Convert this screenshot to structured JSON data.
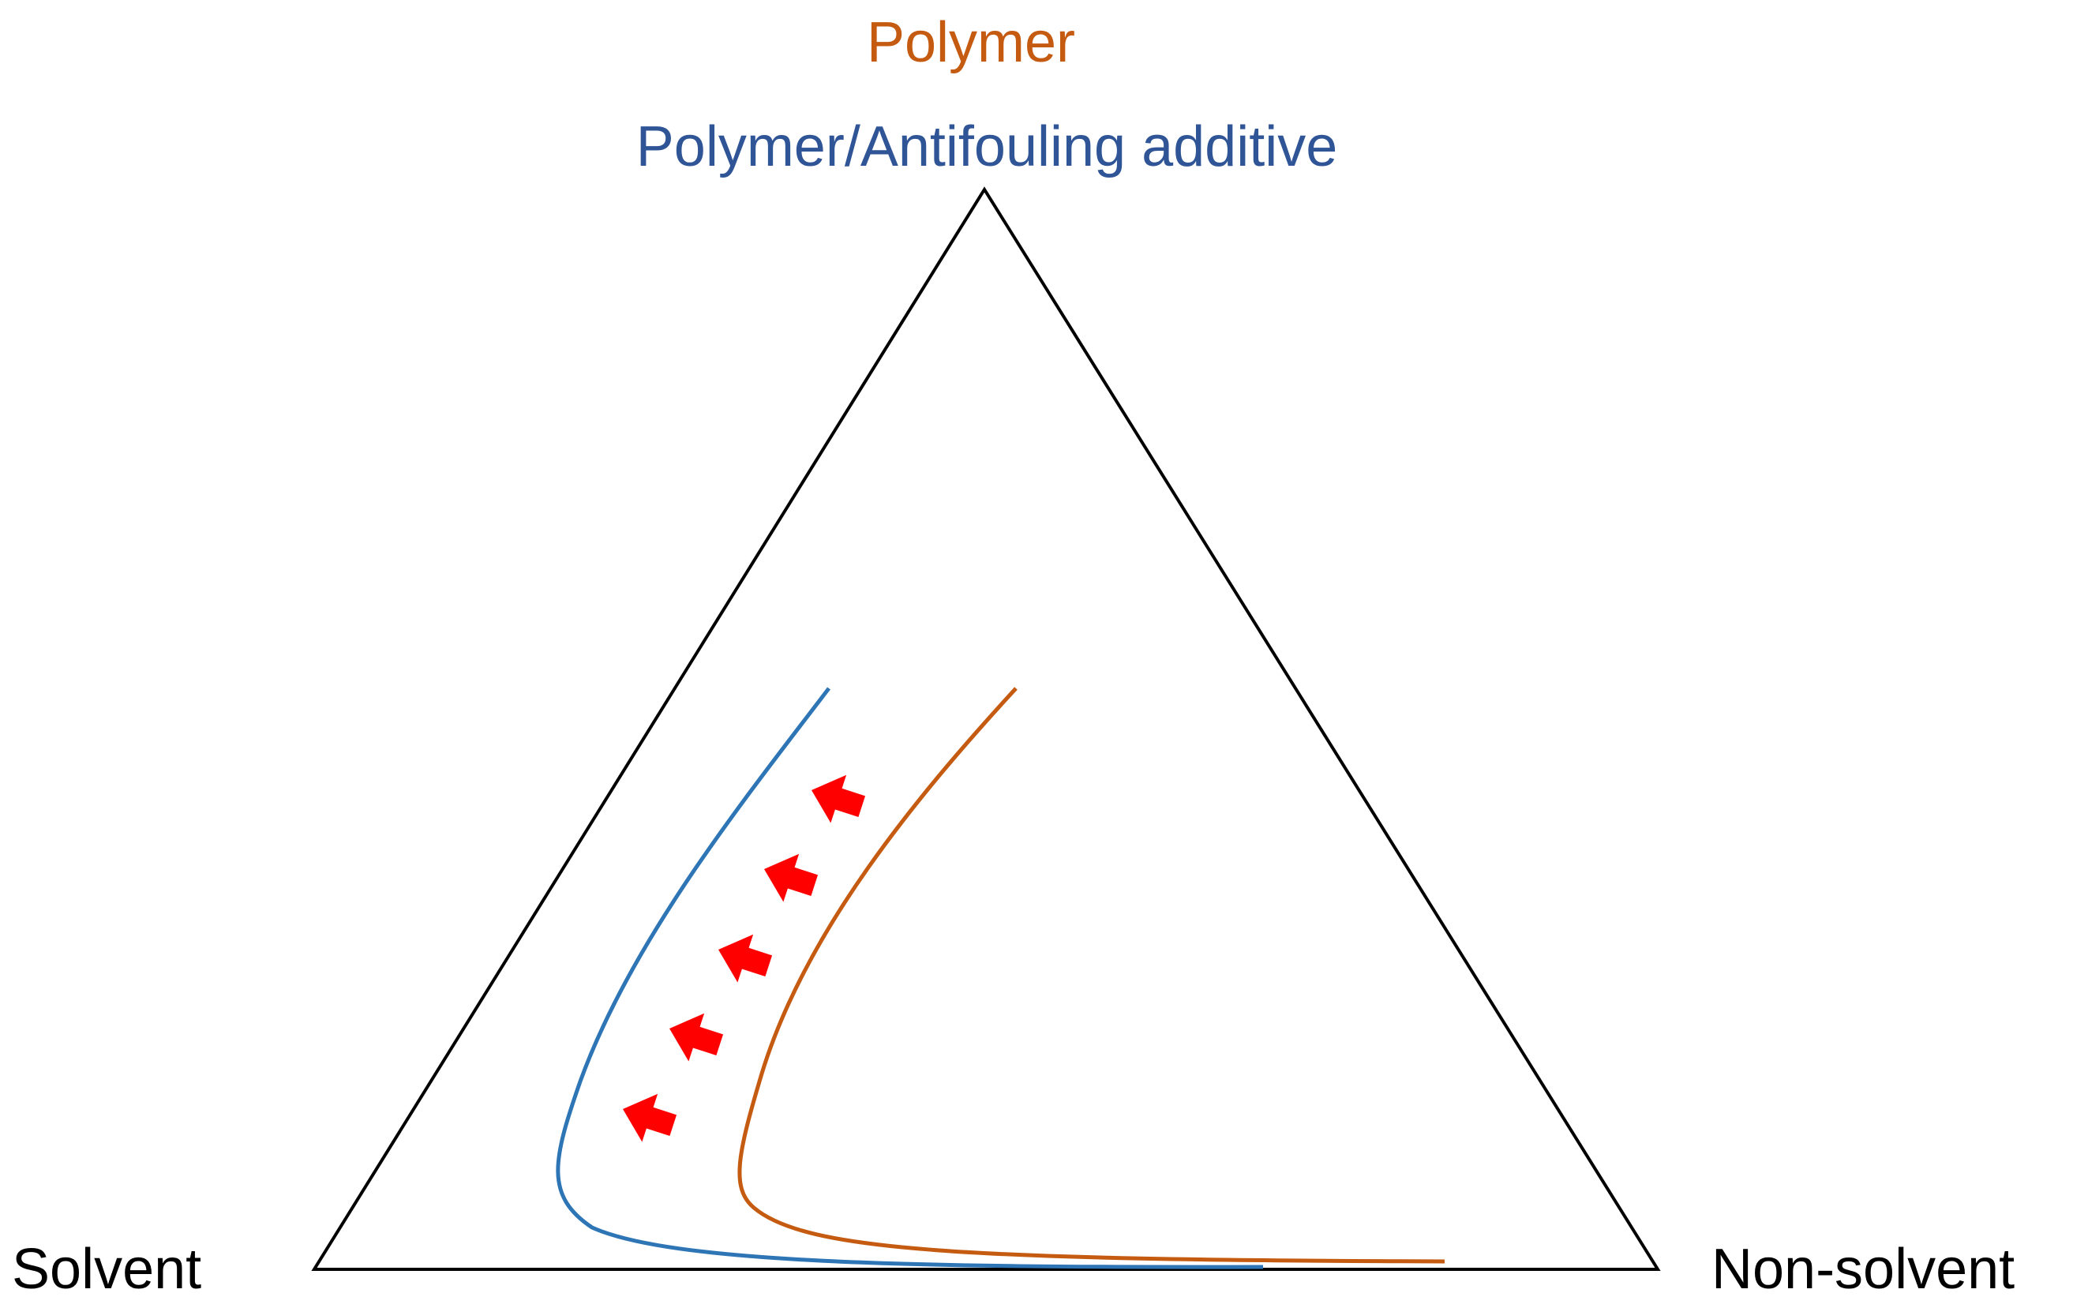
{
  "labels": {
    "top_polymer": "Polymer",
    "top_polymer_additive": "Polymer/Antifouling additive",
    "bottom_left": "Solvent",
    "bottom_right": "Non-solvent"
  },
  "colors": {
    "polymer_curve": "#C55A11",
    "additive_curve": "#2E75B6",
    "additive_label": "#2F5597",
    "arrows": "#FF0000",
    "triangle": "#000000"
  },
  "binodal_curves": [
    {
      "name": "Polymer",
      "color_key": "polymer_curve"
    },
    {
      "name": "Polymer/Antifouling additive",
      "color_key": "additive_curve"
    }
  ],
  "shift_arrows": {
    "count": 5,
    "direction": "toward Solvent (left)",
    "icon": "red-block-arrow-icon"
  }
}
